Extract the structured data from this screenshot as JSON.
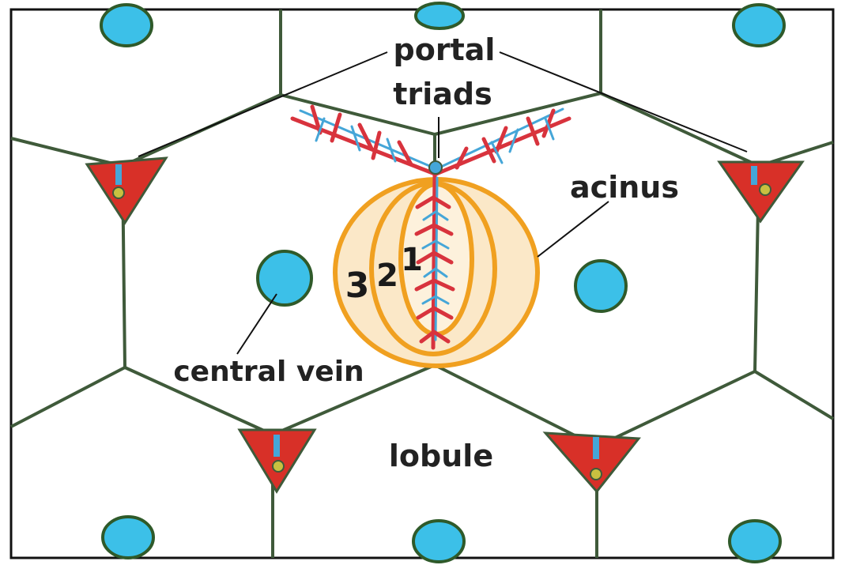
{
  "labels": {
    "portal": "portal",
    "triads": "triads",
    "acinus": "acinus",
    "central_vein": "central vein",
    "lobule": "lobule",
    "zone_3": "3",
    "zone_2": "2",
    "zone_1": "1"
  },
  "colors": {
    "septum": "#3f5a3a",
    "triad_fill": "#d83028",
    "vein_fill": "#3cc0e8",
    "vein_border": "#2f5a2a",
    "acinus_ring": "#f0a020",
    "acinus_fill": "#fbe3b8",
    "arteriole": "#d8333d",
    "venule": "#45a6d8",
    "leader": "#111111",
    "frame": "#111111"
  }
}
